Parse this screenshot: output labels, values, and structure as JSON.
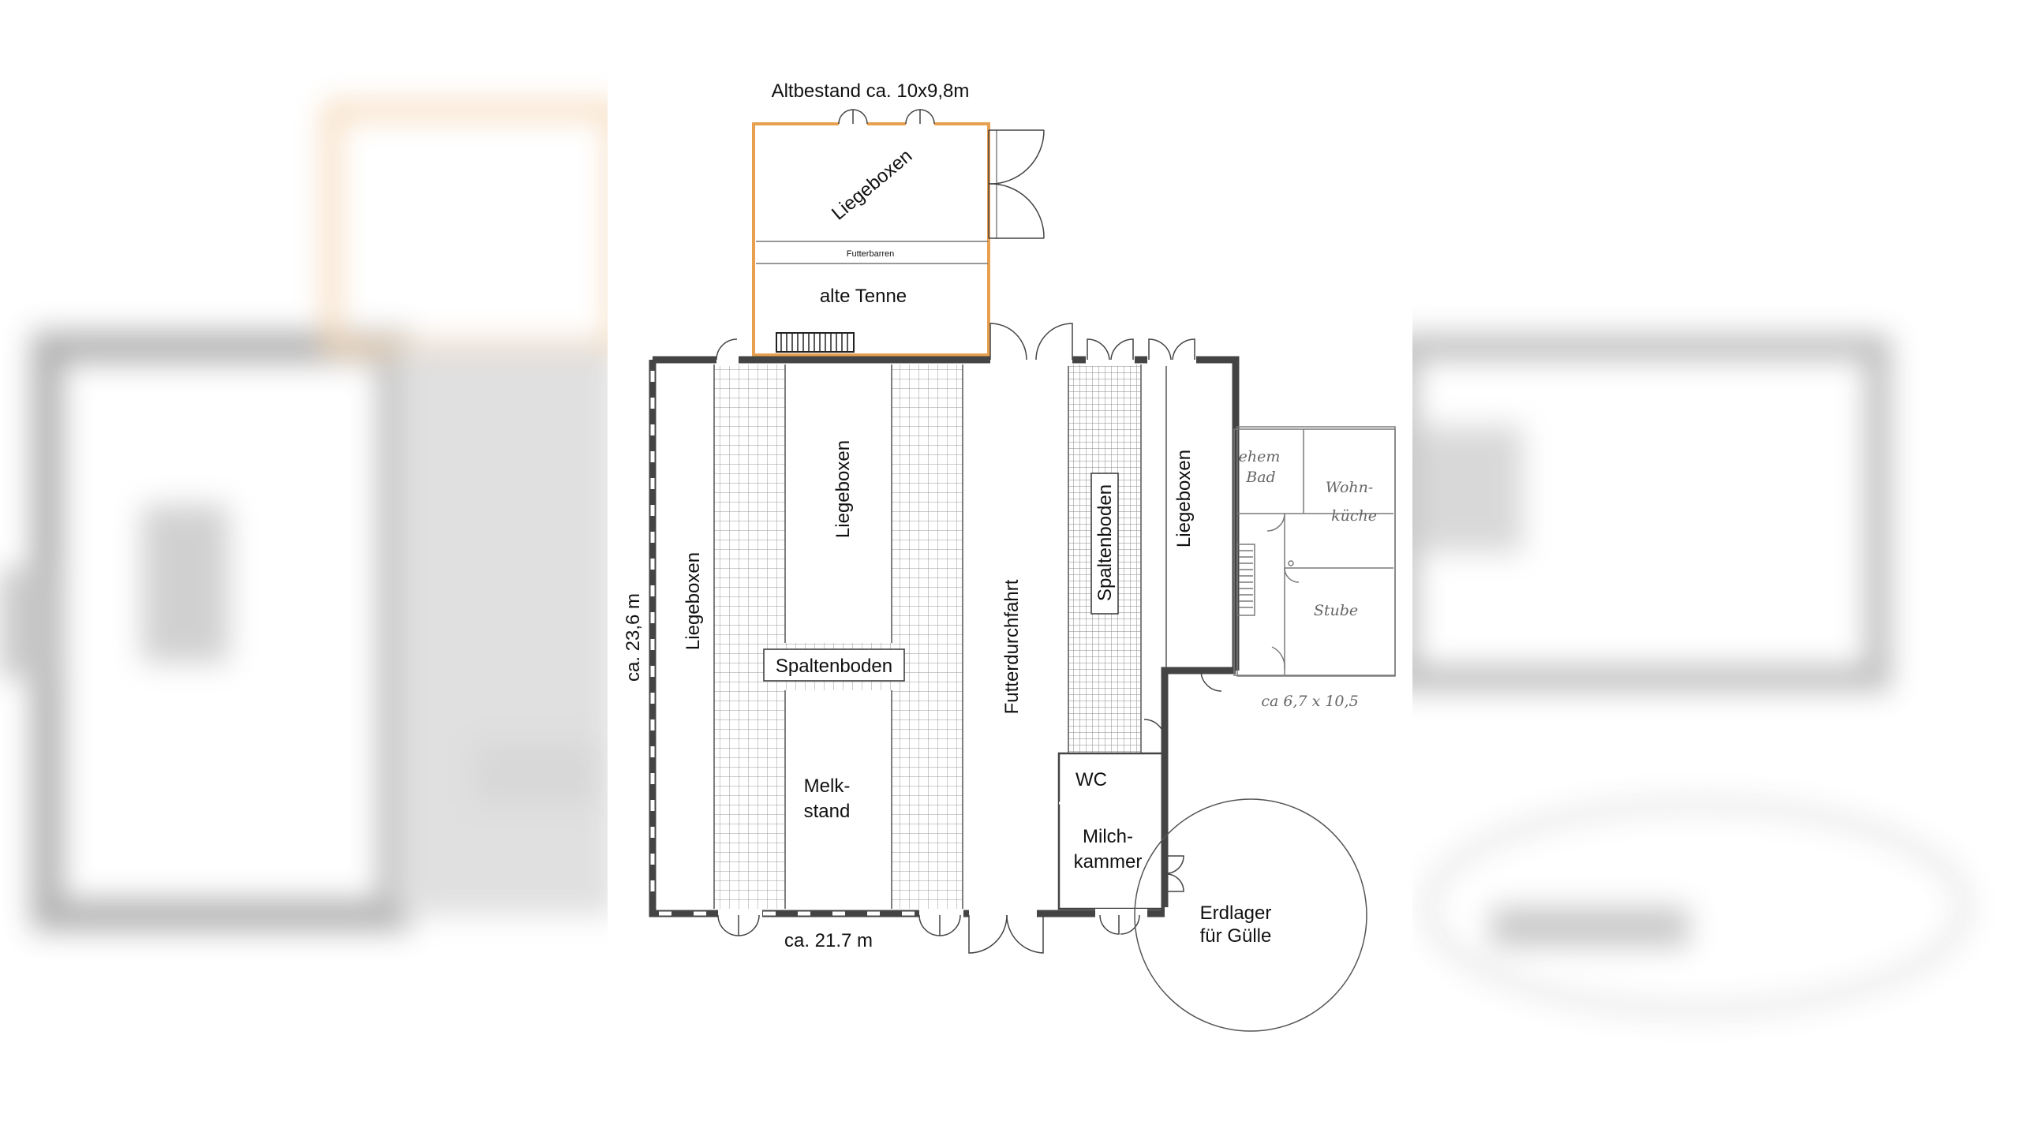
{
  "plan": {
    "altbestand_title": "Altbestand ca. 10x9,8m",
    "liegeboxen_top": "Liegeboxen",
    "futterbarren": "Futterbarren",
    "alte_tenne": "alte Tenne",
    "liegeboxen_left": "Liegeboxen",
    "liegeboxen_center": "Liegeboxen",
    "liegeboxen_right": "Liegeboxen",
    "spaltenboden_center": "Spaltenboden",
    "spaltenboden_right": "Spaltenboden",
    "futterdurchfahrt": "Futterdurchfahrt",
    "melkstand_line1": "Melk-",
    "melkstand_line2": "stand",
    "wc": "WC",
    "milchkammer_line1": "Milch-",
    "milchkammer_line2": "kammer",
    "erdlager_line1": "Erdlager",
    "erdlager_line2": "für Gülle",
    "dim_height": "ca. 23,6 m",
    "dim_width": "ca. 21.7 m",
    "dim_house": "ca 6,7 x 10,5",
    "ehem_bad_line1": "ehem",
    "ehem_bad_line2": "Bad",
    "wohnkueche_line1": "Wohn-",
    "wohnkueche_line2": "küche",
    "stube": "Stube"
  },
  "colors": {
    "wall": "#444444",
    "altbestand_wall": "#e8a050",
    "grid": "#9a9a9a",
    "sketch": "#7a7a7a"
  }
}
